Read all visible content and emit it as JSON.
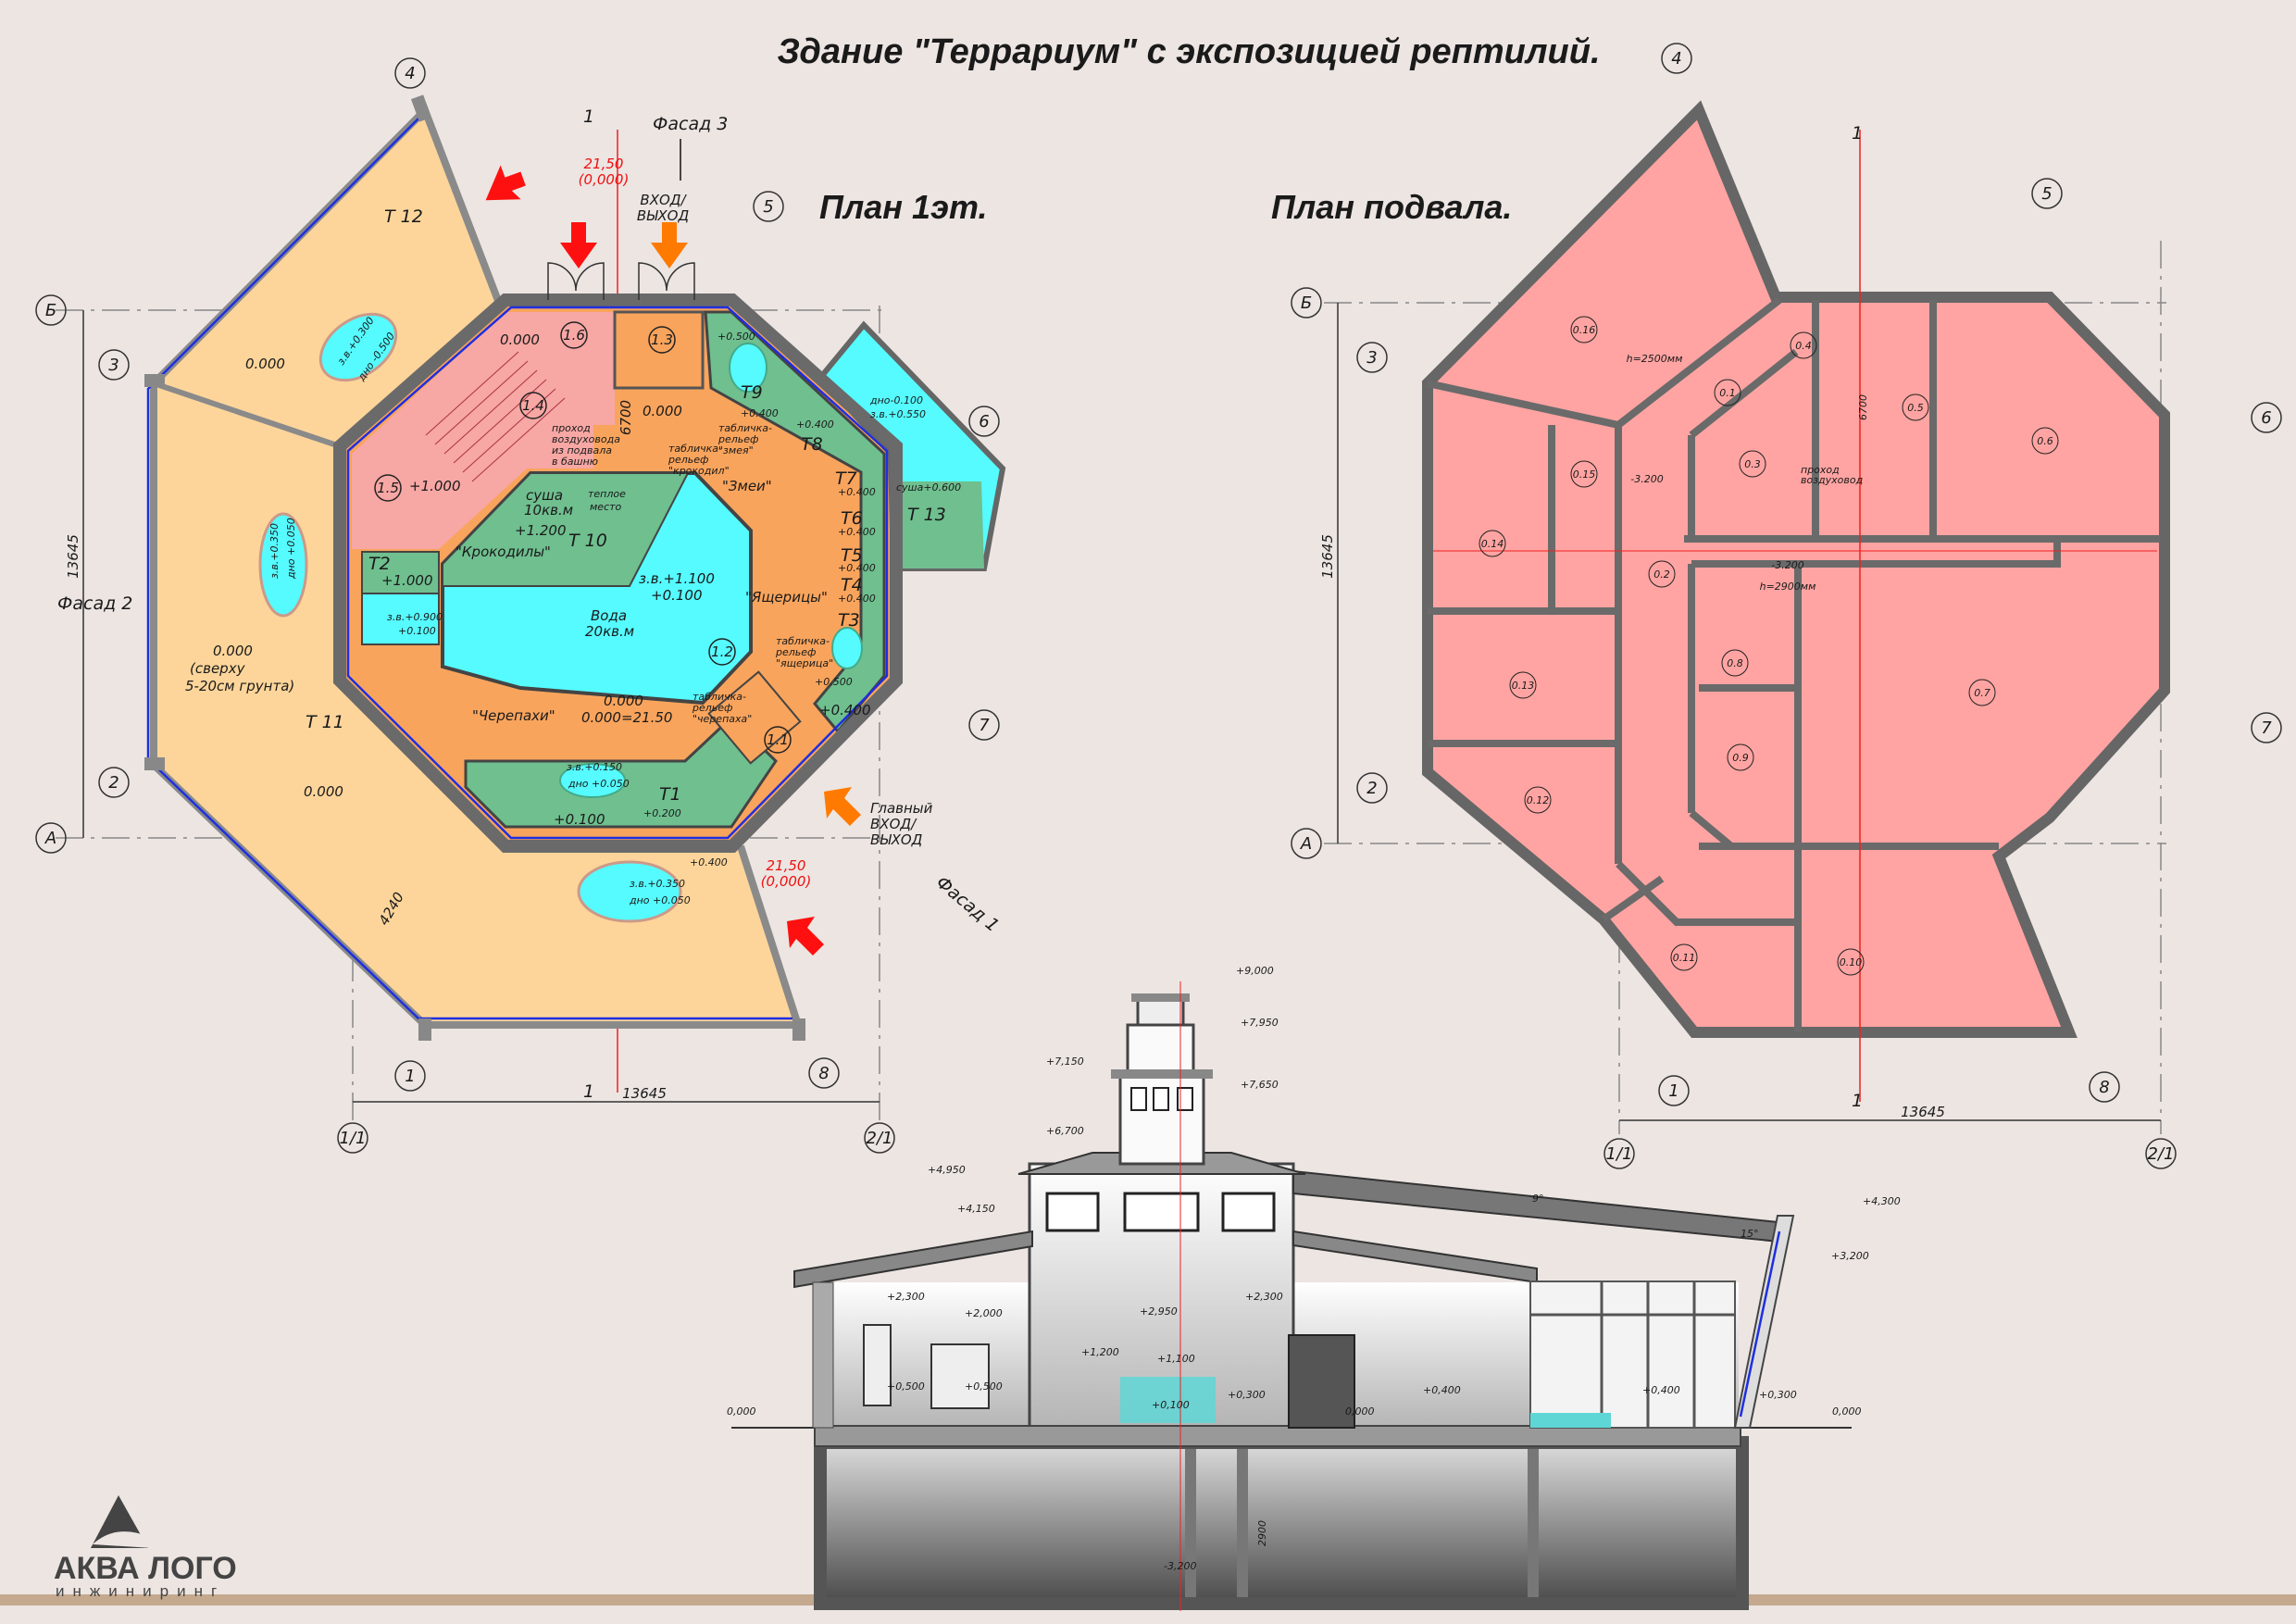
{
  "title": "Здание \"Террариум\" с экспозицией рептилий.",
  "colors": {
    "background": "#ece5e2",
    "yard": "#fdd59a",
    "service_rooms": "#f7a7a4",
    "visitor_hall": "#f9a45c",
    "water": "#55fbff",
    "terrarium_land": "#6fbf8f",
    "basement": "#ffa4a2",
    "arrow_red": "#ff1010",
    "arrow_orange": "#ff7a00"
  },
  "plan1": {
    "title": "План 1эт.",
    "axes": [
      "4",
      "3",
      "Б",
      "2",
      "А",
      "1",
      "8",
      "1/1",
      "2/1",
      "5",
      "6",
      "7"
    ],
    "annotations": [
      "Фасад 3",
      "1",
      "21,50",
      "(0,000)",
      "ВХОД/",
      "ВЫХОД",
      "Фасад 2",
      "13645",
      "13645",
      "4240",
      "Главный",
      "ВХОД/",
      "ВЫХОД",
      "21,50",
      "(0,000)",
      "Фасад 1",
      "1"
    ],
    "rooms": [
      "Т 12",
      "0.000",
      "Т 11",
      "0.000",
      "0.000",
      "(сверху",
      "5-20см грунта)",
      "з.в.+0.300",
      "дно -0.500",
      "з.в.+0.350",
      "дно +0.050",
      "з.в.+0.350",
      "дно +0.050",
      "+0.400",
      "0.000",
      "1.6",
      "1.3",
      "1.4",
      "1.5",
      "+1.000",
      "0.000",
      "6700",
      "Т9",
      "+0.500",
      "Т8",
      "Т7",
      "Т6",
      "Т5",
      "Т4",
      "Т3",
      "+0.400",
      "Т 13",
      "суша+0.600",
      "дно-0.100",
      "з.в.+0.550",
      "\"Змеи\"",
      "\"Ящерицы\"",
      "1.2",
      "\"Крокодилы\"",
      "суша",
      "10кв.м",
      "+1.200",
      "Т 10",
      "теплое",
      "место",
      "з.в.+1.100",
      "+0.100",
      "Вода",
      "20кв.м",
      "Т2",
      "+1.000",
      "з.в.+0.900",
      "+0.100",
      "\"Черепахи\"",
      "0.000",
      "0.000=21.50",
      "1.1",
      "Т1",
      "з.в.+0.150",
      "дно +0.050",
      "+0.200",
      "+0.100",
      "+0.400",
      "+0.400",
      "+0.400",
      "+0.400",
      "+0.400",
      "+0.500",
      "+0.400"
    ],
    "notes": [
      "табличка-",
      "рельеф",
      "\"крокодил\"",
      "табличка-",
      "рельеф",
      "\"змея\"",
      "табличка-",
      "рельеф",
      "\"ящерица\"",
      "табличка-",
      "рельеф",
      "\"черепаха\"",
      "проход",
      "воздуховода",
      "из подвала",
      "в башню"
    ]
  },
  "basement": {
    "title": "План подвала.",
    "axes": [
      "Б",
      "3",
      "2",
      "А",
      "4",
      "5",
      "6",
      "7",
      "1",
      "8",
      "1/1",
      "2/1"
    ],
    "annotations": [
      "13645",
      "13645",
      "1",
      "1"
    ],
    "rooms": [
      "0.16",
      "h=2500мм",
      "0.1",
      "0.4",
      "0.3",
      "0.5",
      "0.6",
      "0.15",
      "-3.200",
      "0.14",
      "0.2",
      "-3.200",
      "h=2900мм",
      "6700",
      "проход",
      "воздуховод",
      "0.13",
      "0.8",
      "0.9",
      "0.7",
      "0.12",
      "0.11",
      "0.10"
    ]
  },
  "section": {
    "levels": [
      "+9,000",
      "+7,950",
      "+7,650",
      "+7,150",
      "+6,700",
      "+4,950",
      "+4,150",
      "+4,300",
      "+3,200",
      "9°",
      "15°",
      "+2,300",
      "+2,000",
      "+2,950",
      "+2,300",
      "+1,200",
      "+1,100",
      "+0,500",
      "+0,500",
      "+0,100",
      "+0,300",
      "0,000",
      "+0,400",
      "+0,400",
      "+0,300",
      "0,000",
      "0,000",
      "-3,200",
      "2900"
    ]
  },
  "logo": {
    "name": "АКВА ЛОГО",
    "tagline": "инжиниринг"
  }
}
